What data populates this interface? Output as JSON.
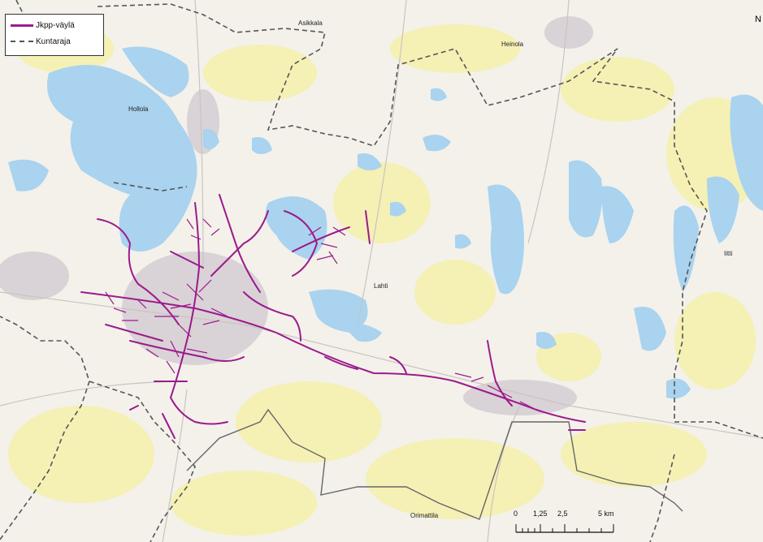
{
  "legend": {
    "items": [
      {
        "label": "Jkpp-väylä",
        "color": "#9c1a8c",
        "style": "solid"
      },
      {
        "label": "Kuntaraja",
        "color": "#555555",
        "style": "dashed"
      }
    ]
  },
  "places": {
    "asikkala": "Asikkala",
    "heinola": "Heinola",
    "hollola": "Hollola",
    "lahti": "Lahti",
    "iitti": "Iitti",
    "orimattila": "Orimattila"
  },
  "north_arrow": "N",
  "scale_bar": {
    "labels": [
      "0",
      "1,25",
      "2,5",
      "5 km"
    ],
    "unit": "km"
  },
  "colors": {
    "background": "#f3f1ea",
    "water": "#a9d3ef",
    "fields": "#f5f0b4",
    "urban": "#d9d2d6",
    "route": "#9c1a8c",
    "boundary": "#555555"
  }
}
